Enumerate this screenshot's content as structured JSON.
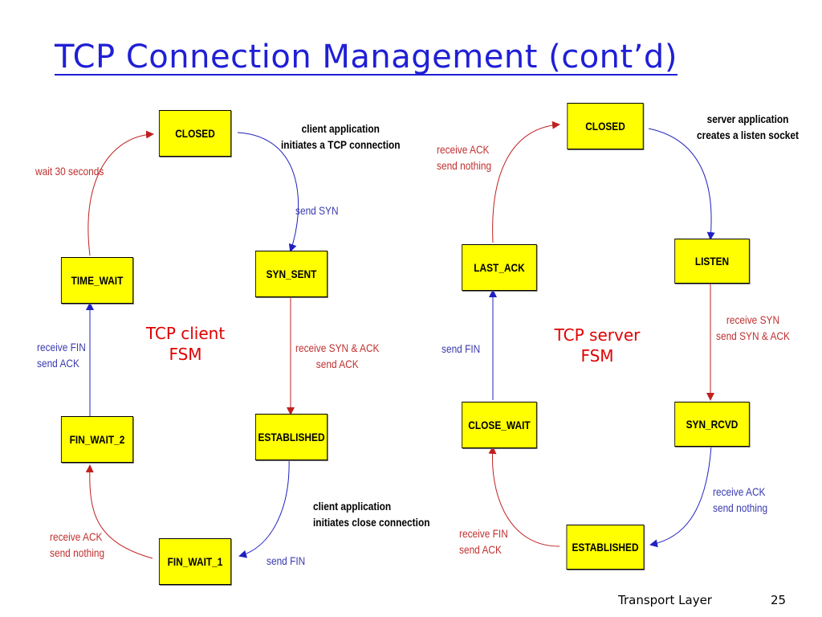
{
  "title": "TCP Connection Management (cont’d)",
  "client": {
    "fsm_label_line1": "TCP client",
    "fsm_label_line2": "FSM",
    "states": {
      "closed": "CLOSED",
      "syn_sent": "SYN_SENT",
      "established": "ESTABLISHED",
      "fin_wait_1": "FIN_WAIT_1",
      "fin_wait_2": "FIN_WAIT_2",
      "time_wait": "TIME_WAIT"
    },
    "labels": {
      "app_connect_1": "client application",
      "app_connect_2": "initiates a TCP connection",
      "send_syn": "send SYN",
      "syn_ack_1": "receive SYN & ACK",
      "syn_ack_2": "send ACK",
      "app_close_1": "client application",
      "app_close_2": "initiates close connection",
      "send_fin": "send FIN",
      "recv_ack_1": "receive  ACK",
      "recv_ack_2": "send nothing",
      "recv_fin_1": "receive FIN",
      "recv_fin_2": "send ACK",
      "wait_30": "wait 30 seconds"
    }
  },
  "server": {
    "fsm_label_line1": "TCP server",
    "fsm_label_line2": "FSM",
    "states": {
      "closed": "CLOSED",
      "listen": "LISTEN",
      "syn_rcvd": "SYN_RCVD",
      "established": "ESTABLISHED",
      "close_wait": "CLOSE_WAIT",
      "last_ack": "LAST_ACK"
    },
    "labels": {
      "app_listen_1": "server application",
      "app_listen_2": "creates a listen socket",
      "recv_syn_1": "receive SYN",
      "recv_syn_2": "send SYN & ACK",
      "recv_ack_1": "receive  ACK",
      "recv_ack_2": "send nothing",
      "recv_fin_1": "receive FIN",
      "recv_fin_2": "send ACK",
      "send_fin": "send FIN",
      "last_ack_1": "receive  ACK",
      "last_ack_2": "send nothing"
    }
  },
  "footer": {
    "section": "Transport Layer",
    "page": "25"
  },
  "colors": {
    "state_fill": "#ffff00",
    "blue_arrow": "#2020c0",
    "red_arrow": "#c02020",
    "title": "#1f1fd6",
    "fsm_label": "#e00000"
  }
}
